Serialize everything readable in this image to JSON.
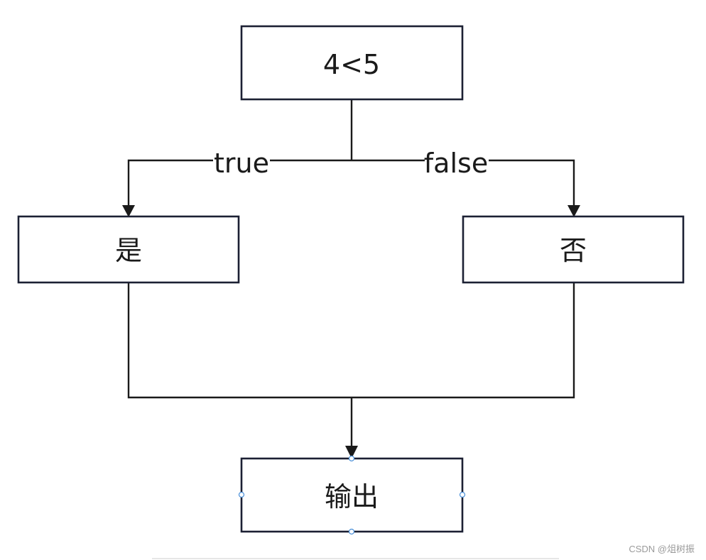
{
  "diagram": {
    "nodes": {
      "condition": {
        "label": "4<5"
      },
      "yes": {
        "label": "是"
      },
      "no": {
        "label": "否"
      },
      "output": {
        "label": "输出"
      }
    },
    "edges": {
      "true_branch": {
        "label": "true"
      },
      "false_branch": {
        "label": "false"
      }
    }
  },
  "footer": {
    "watermark": "CSDN @俎树振"
  },
  "colors": {
    "box_border": "#1c2033",
    "line": "#1a1a1a",
    "selection_handle": "#4a90d9"
  }
}
